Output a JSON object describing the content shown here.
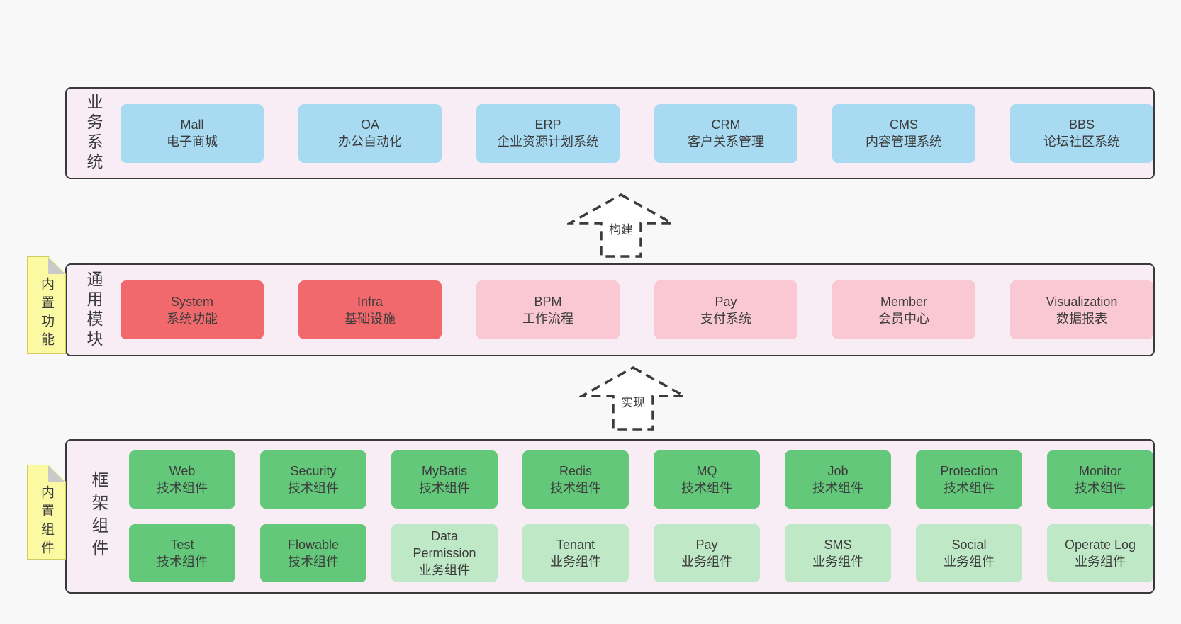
{
  "colors": {
    "page_bg": "#f8f8f8",
    "panel_bg": "#f8edf5",
    "panel_border": "#3a3a3a",
    "box_blue": "#a8daf2",
    "box_red": "#f2696d",
    "box_pink": "#f9c8d2",
    "box_green": "#63c87a",
    "box_green_light": "#bfe8c6",
    "note_yellow": "#fbf9a2",
    "note_border": "#d2ca62",
    "fold_gray": "#c9c9c9",
    "arrow_stroke": "#3b3b3b",
    "text": "#3c3c3c"
  },
  "arrows": [
    {
      "label": "构建"
    },
    {
      "label": "实现"
    }
  ],
  "layers": [
    {
      "id": "business",
      "label": "业务系统",
      "boxes": [
        {
          "title": "Mall",
          "subtitle": "电子商城",
          "variant": "blue"
        },
        {
          "title": "OA",
          "subtitle": "办公自动化",
          "variant": "blue"
        },
        {
          "title": "ERP",
          "subtitle": "企业资源计划系统",
          "variant": "blue"
        },
        {
          "title": "CRM",
          "subtitle": "客户关系管理",
          "variant": "blue"
        },
        {
          "title": "CMS",
          "subtitle": "内容管理系统",
          "variant": "blue"
        },
        {
          "title": "BBS",
          "subtitle": "论坛社区系统",
          "variant": "blue"
        }
      ]
    },
    {
      "id": "modules",
      "label": "通用模块",
      "note": "内置功能",
      "boxes": [
        {
          "title": "System",
          "subtitle": "系统功能",
          "variant": "red"
        },
        {
          "title": "Infra",
          "subtitle": "基础设施",
          "variant": "red"
        },
        {
          "title": "BPM",
          "subtitle": "工作流程",
          "variant": "pink"
        },
        {
          "title": "Pay",
          "subtitle": "支付系统",
          "variant": "pink"
        },
        {
          "title": "Member",
          "subtitle": "会员中心",
          "variant": "pink"
        },
        {
          "title": "Visualization",
          "subtitle": "数据报表",
          "variant": "pink"
        }
      ]
    },
    {
      "id": "framework",
      "label": "框架组件",
      "note": "内置组件",
      "boxes": [
        {
          "title": "Web",
          "subtitle": "技术组件",
          "variant": "green"
        },
        {
          "title": "Security",
          "subtitle": "技术组件",
          "variant": "green"
        },
        {
          "title": "MyBatis",
          "subtitle": "技术组件",
          "variant": "green"
        },
        {
          "title": "Redis",
          "subtitle": "技术组件",
          "variant": "green"
        },
        {
          "title": "MQ",
          "subtitle": "技术组件",
          "variant": "green"
        },
        {
          "title": "Job",
          "subtitle": "技术组件",
          "variant": "green"
        },
        {
          "title": "Protection",
          "subtitle": "技术组件",
          "variant": "green"
        },
        {
          "title": "Monitor",
          "subtitle": "技术组件",
          "variant": "green"
        },
        {
          "title": "Test",
          "subtitle": "技术组件",
          "variant": "green"
        },
        {
          "title": "Flowable",
          "subtitle": "技术组件",
          "variant": "green"
        },
        {
          "title": "Data\nPermission",
          "subtitle": "业务组件",
          "variant": "green-light"
        },
        {
          "title": "Tenant",
          "subtitle": "业务组件",
          "variant": "green-light"
        },
        {
          "title": "Pay",
          "subtitle": "业务组件",
          "variant": "green-light"
        },
        {
          "title": "SMS",
          "subtitle": "业务组件",
          "variant": "green-light"
        },
        {
          "title": "Social",
          "subtitle": "业务组件",
          "variant": "green-light"
        },
        {
          "title": "Operate Log",
          "subtitle": "业务组件",
          "variant": "green-light"
        }
      ]
    }
  ]
}
